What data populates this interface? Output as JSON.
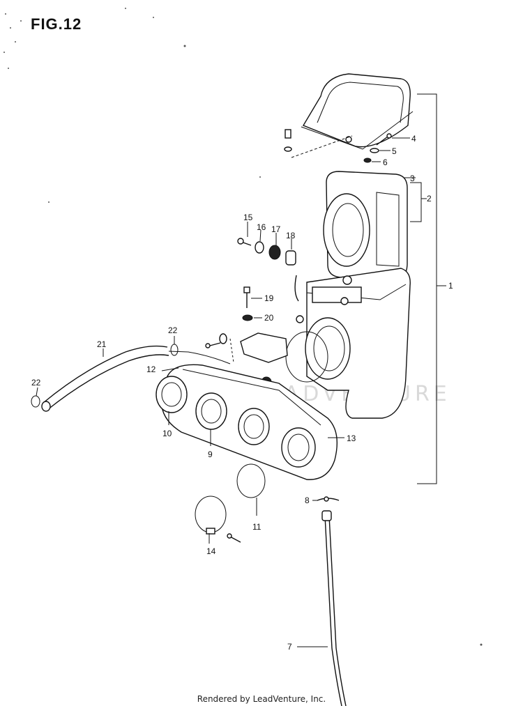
{
  "figure": {
    "title": "FIG.12",
    "credit": "Rendered by LeadVenture, Inc.",
    "watermark": "LEADVENTURE"
  },
  "callouts": [
    {
      "id": "c1",
      "label": "1"
    },
    {
      "id": "c2",
      "label": "2"
    },
    {
      "id": "c3",
      "label": "3"
    },
    {
      "id": "c4",
      "label": "4"
    },
    {
      "id": "c5",
      "label": "5"
    },
    {
      "id": "c6",
      "label": "6"
    },
    {
      "id": "c7",
      "label": "7"
    },
    {
      "id": "c8",
      "label": "8"
    },
    {
      "id": "c9",
      "label": "9"
    },
    {
      "id": "c10",
      "label": "10"
    },
    {
      "id": "c11",
      "label": "11"
    },
    {
      "id": "c12",
      "label": "12"
    },
    {
      "id": "c13",
      "label": "13"
    },
    {
      "id": "c14",
      "label": "14"
    },
    {
      "id": "c15",
      "label": "15"
    },
    {
      "id": "c16",
      "label": "16"
    },
    {
      "id": "c17",
      "label": "17"
    },
    {
      "id": "c18",
      "label": "18"
    },
    {
      "id": "c19",
      "label": "19"
    },
    {
      "id": "c20",
      "label": "20"
    },
    {
      "id": "c21",
      "label": "21"
    },
    {
      "id": "c22a",
      "label": "22"
    },
    {
      "id": "c22b",
      "label": "22"
    }
  ]
}
